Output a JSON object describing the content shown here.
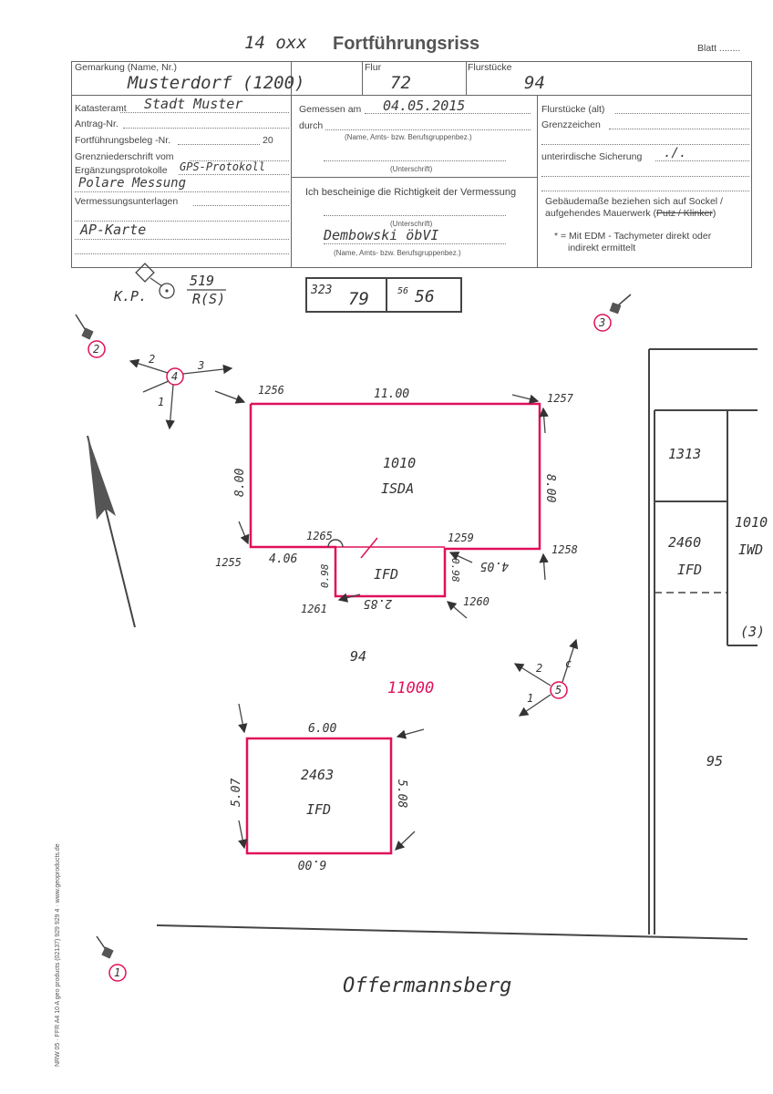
{
  "header": {
    "number": "14 oxx",
    "title": "Fortführungsriss",
    "blatt_label": "Blatt ........"
  },
  "form": {
    "gemarkung_label": "Gemarkung (Name, Nr.)",
    "gemarkung_value": "Musterdorf (1200)",
    "flur_label": "Flur",
    "flur_value": "72",
    "flurstuecke_label": "Flurstücke",
    "flurstuecke_value": "94",
    "katasteramt_label": "Katasteramt",
    "katasteramt_value": "Stadt Muster",
    "antrag_label": "Antrag-Nr.",
    "fortfuehrungsbeleg_label": "Fortführungsbeleg -Nr.",
    "fortfuehrungsbeleg_year": "20",
    "grenzniederschrift_label": "Grenzniederschrift vom",
    "ergaenzungsprotokolle_label": "Ergänzungsprotokolle",
    "ergaenzungsprotokolle_value": "GPS-Protokoll",
    "polare_messung": "Polare Messung",
    "vermessungsunterlagen_label": "Vermessungsunterlagen",
    "ap_karte": "AP-Karte",
    "gemessen_label": "Gemessen am",
    "gemessen_value": "04.05.2015",
    "durch_label": "durch",
    "name_amts_1": "(Name, Amts- bzw. Berufsgruppenbez.)",
    "unterschrift_1": "(Unterschrift)",
    "bescheinige": "Ich bescheinige die Richtigkeit der Vermessung",
    "unterschrift_2": "(Unterschrift)",
    "signature": "Dembowski öbVI",
    "name_amts_2": "(Name, Amts- bzw. Berufsgruppenbez.)",
    "flurstuecke_alt_label": "Flurstücke (alt)",
    "grenzzeichen_label": "Grenzzeichen",
    "unterirdische_label": "unterirdische Sicherung",
    "unterirdische_value": "./.",
    "gebaeude_note_1": "Gebäudemaße beziehen sich auf Sockel /",
    "gebaeude_note_2_prefix": "aufgehendes Mauerwerk (",
    "gebaeude_note_2_struck": "Putz / Klinker",
    "gebaeude_note_2_suffix": ")",
    "edm_note_1": "* = Mit  EDM - Tachymeter direkt oder",
    "edm_note_2": "indirekt ermittelt"
  },
  "sketch": {
    "kp_label": "K.P.",
    "kp_number": "519",
    "kp_sub": "R(S)",
    "coord_1a": "323",
    "coord_1b": "79",
    "coord_2a": "56",
    "coord_2b": "56",
    "stations": [
      "1",
      "2",
      "3",
      "4",
      "5"
    ],
    "station4_rays": [
      "1",
      "2",
      "3"
    ],
    "station5_rays": [
      "1",
      "2",
      "c"
    ],
    "points": [
      "1256",
      "1257",
      "1255",
      "1258",
      "1265",
      "1259",
      "1261",
      "1260"
    ],
    "dims_main": [
      "11.00",
      "8.00",
      "8.00",
      "4.06",
      "4.05"
    ],
    "dims_annex": [
      "0.98",
      "0.98",
      "2.85"
    ],
    "dims_small": [
      "6.00",
      "5.07",
      "5.08",
      "6.00"
    ],
    "bldg_main_num": "1010",
    "bldg_main_type": "ISDA",
    "annex_type": "IFD",
    "parcel_94": "94",
    "parcel_red": "11000",
    "bldg_small_num": "2463",
    "bldg_small_type": "IFD",
    "right_1313": "1313",
    "right_2460": "2460",
    "right_2460_type": "IFD",
    "right_1010": "1010",
    "right_iwd": "IWD",
    "right_3": "(3)",
    "parcel_95": "95",
    "street": "Offermannsberg"
  },
  "sideprint": "NRW 05 · FFR A4 10 A    geo products (02137) 929 929 4 · www.geoproducts.de",
  "colors": {
    "red": "#e0105a",
    "ink": "#333333"
  }
}
